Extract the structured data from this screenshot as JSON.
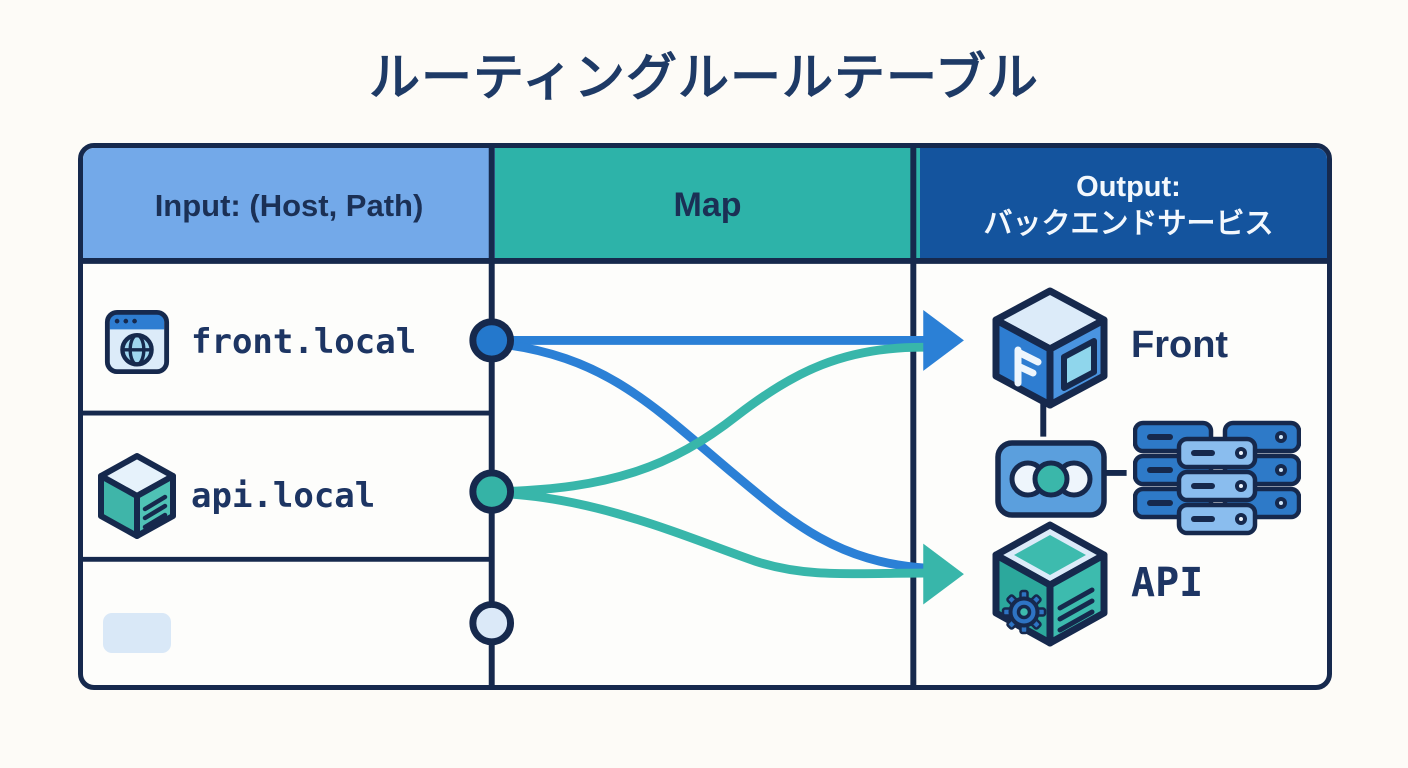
{
  "title": "ルーティングルールテーブル",
  "table": {
    "headers": {
      "input": "Input: (Host, Path)",
      "map": "Map",
      "output_line1": "Output:",
      "output_line2": "バックエンドサービス"
    },
    "rows": [
      {
        "label": "front.local",
        "icon": "browser-window-icon",
        "node_color": "#2478cc"
      },
      {
        "label": "api.local",
        "icon": "package-cube-icon",
        "node_color": "#35b3a6"
      },
      {
        "label": "",
        "icon": "empty-placeholder",
        "node_color": "#dbe9f8"
      }
    ],
    "outputs": [
      {
        "label": "Front",
        "icon": "front-service-cube-icon"
      },
      {
        "label": "API",
        "icon": "api-service-cube-icon"
      }
    ],
    "links": [
      {
        "from": "front.local",
        "to": "Front",
        "color": "#2b80d6",
        "style": "straight"
      },
      {
        "from": "front.local",
        "to": "API",
        "color": "#2b80d6",
        "style": "curve"
      },
      {
        "from": "api.local",
        "to": "Front",
        "color": "#38b6aa",
        "style": "curve"
      },
      {
        "from": "api.local",
        "to": "API",
        "color": "#38b6aa",
        "style": "curve"
      }
    ],
    "infra_icons": [
      "load-balancer-icon",
      "server-rack-icon"
    ]
  },
  "colors": {
    "background": "#fdfbf7",
    "navy_border": "#16294d",
    "header_input_bg": "#73a9e9",
    "header_map_bg": "#2db3a9",
    "header_output_bg": "#14549e",
    "blue_link": "#2b80d6",
    "teal_link": "#38b6aa",
    "node_front": "#2478cc",
    "node_api": "#35b3a6",
    "node_empty": "#dbe9f8"
  }
}
